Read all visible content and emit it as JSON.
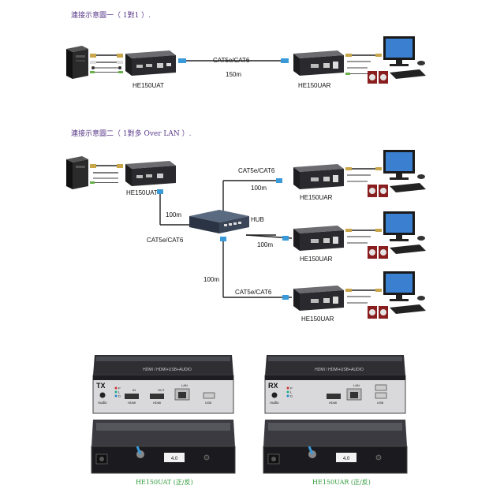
{
  "diagram1": {
    "caption": "連接示意圖一（ 1對1 ）.",
    "cable_label": "CAT5e/CAT6",
    "distance": "150m",
    "tx_model": "HE150UAT",
    "rx_model": "HE150UAR"
  },
  "diagram2": {
    "caption": "連接示意圖二（ 1對多 Over LAN ）.",
    "tx_model": "HE150UAT",
    "hub_label": "HUB",
    "uplink_distance": "100m",
    "uplink_cable": "CAT5e/CAT6",
    "branches": [
      {
        "cable": "CAT5e/CAT6",
        "distance": "100m",
        "model": "HE150UAR"
      },
      {
        "cable": "",
        "distance": "100m",
        "model": "HE150UAR"
      },
      {
        "cable": "CAT5e/CAT6",
        "distance": "100m",
        "model": "HE150UAR"
      }
    ],
    "trunk_distance": "100m"
  },
  "products": {
    "tx": {
      "badge": "TX",
      "top_text": "HDMI / HDMI+USB+AUDIO",
      "ports": {
        "audio": "Audio",
        "hdmi_in": "IN",
        "hdmi_in_label": "HDMI",
        "hdmi_out": "OUT",
        "hdmi_out_label": "HDMI",
        "lan": "LAN",
        "usb": "USB",
        "leds": [
          "P",
          "L",
          "D"
        ]
      },
      "back_label": "4.0",
      "caption": "HE150UAT (正/反)"
    },
    "rx": {
      "badge": "RX",
      "top_text": "HDMI / HDMI+USB+AUDIO",
      "ports": {
        "audio": "Audio",
        "hdmi": "HDMI",
        "lan": "LAN",
        "usb": "USB",
        "leds": [
          "P",
          "L",
          "D"
        ]
      },
      "back_label": "4.0",
      "caption": "HE150UAR (正/反)"
    }
  },
  "colors": {
    "caption": "#5a3a8a",
    "product_caption": "#2f9a3a",
    "cable": "#222222",
    "connector": "#3a9ad9",
    "device": "#2a2a2e",
    "gold": "#c9a64a"
  }
}
